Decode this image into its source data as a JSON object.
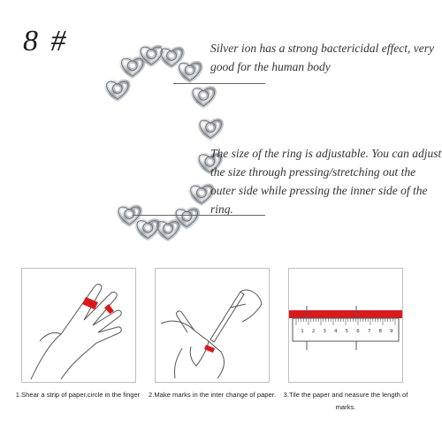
{
  "size_label": "8 #",
  "notes": {
    "silver": "Silver ion has a strong bactericidal effect, very good for the   human body",
    "adjustable": "The size of the ring is adjustable. You can adjust the size through pressing/stretching out the outer side while pressing the inner side of the ring."
  },
  "steps": [
    {
      "text": "1.Shear a strip of paper,circle in the finger"
    },
    {
      "text": "2.Make marks in the inter change of paper."
    },
    {
      "text": "3.Tile the paper and neasure the length of marks."
    }
  ],
  "ruler": {
    "numbers": [
      "1",
      "2",
      "3",
      "4",
      "5",
      "6",
      "7",
      "8",
      "9"
    ]
  },
  "colors": {
    "accent_red": "#d9191c",
    "silver": "#b8bcc2",
    "line": "#555555"
  }
}
